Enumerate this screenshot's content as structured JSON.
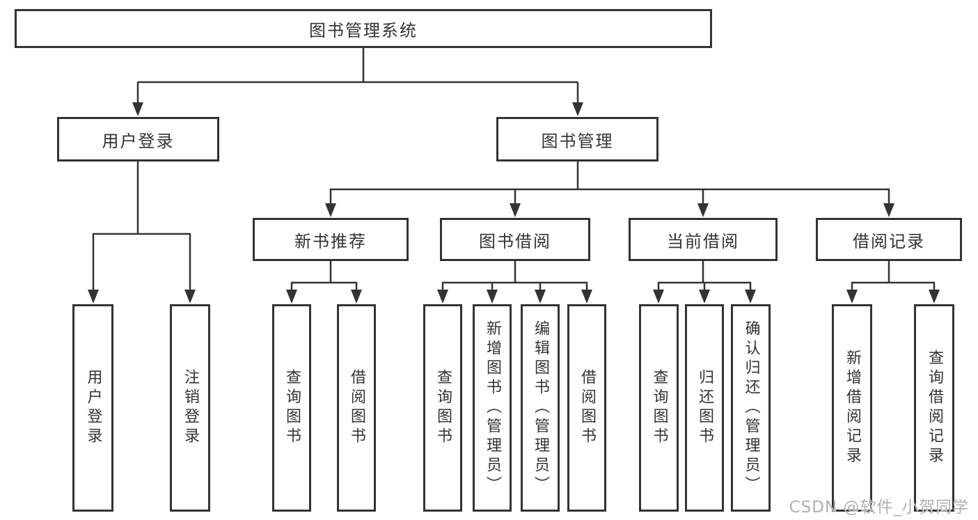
{
  "diagram": {
    "type": "hierarchy-tree",
    "nodes": {
      "root": {
        "label": "图书管理系统"
      },
      "level2": [
        {
          "label": "用户登录"
        },
        {
          "label": "图书管理"
        }
      ],
      "level3": [
        {
          "label": "新书推荐",
          "parent": "图书管理"
        },
        {
          "label": "图书借阅",
          "parent": "图书管理"
        },
        {
          "label": "当前借阅",
          "parent": "图书管理"
        },
        {
          "label": "借阅记录",
          "parent": "图书管理"
        }
      ],
      "leaves": [
        {
          "label": "用户登录",
          "parent": "用户登录"
        },
        {
          "label": "注销登录",
          "parent": "用户登录"
        },
        {
          "label": "查询图书",
          "parent": "新书推荐"
        },
        {
          "label": "借阅图书",
          "parent": "新书推荐"
        },
        {
          "label": "查询图书",
          "parent": "图书借阅"
        },
        {
          "label": "新增图书（管理员）",
          "parent": "图书借阅"
        },
        {
          "label": "编辑图书（管理员）",
          "parent": "图书借阅"
        },
        {
          "label": "借阅图书",
          "parent": "图书借阅"
        },
        {
          "label": "查询图书",
          "parent": "当前借阅"
        },
        {
          "label": "归还图书",
          "parent": "当前借阅"
        },
        {
          "label": "确认归还（管理员）",
          "parent": "当前借阅"
        },
        {
          "label": "新增借阅记录",
          "parent": "借阅记录"
        },
        {
          "label": "查询借阅记录",
          "parent": "借阅记录"
        }
      ]
    },
    "hierarchy": {
      "图书管理系统": {
        "用户登录": [
          "用户登录",
          "注销登录"
        ],
        "图书管理": {
          "新书推荐": [
            "查询图书",
            "借阅图书"
          ],
          "图书借阅": [
            "查询图书",
            "新增图书（管理员）",
            "编辑图书（管理员）",
            "借阅图书"
          ],
          "当前借阅": [
            "查询图书",
            "归还图书",
            "确认归还（管理员）"
          ],
          "借阅记录": [
            "新增借阅记录",
            "查询借阅记录"
          ]
        }
      }
    }
  },
  "watermark": "CSDN @软件_小贺同学",
  "colors": {
    "line": "#333333",
    "box_border": "#333333",
    "text": "#333333",
    "background": "#ffffff",
    "watermark": "#b0b0b0"
  }
}
